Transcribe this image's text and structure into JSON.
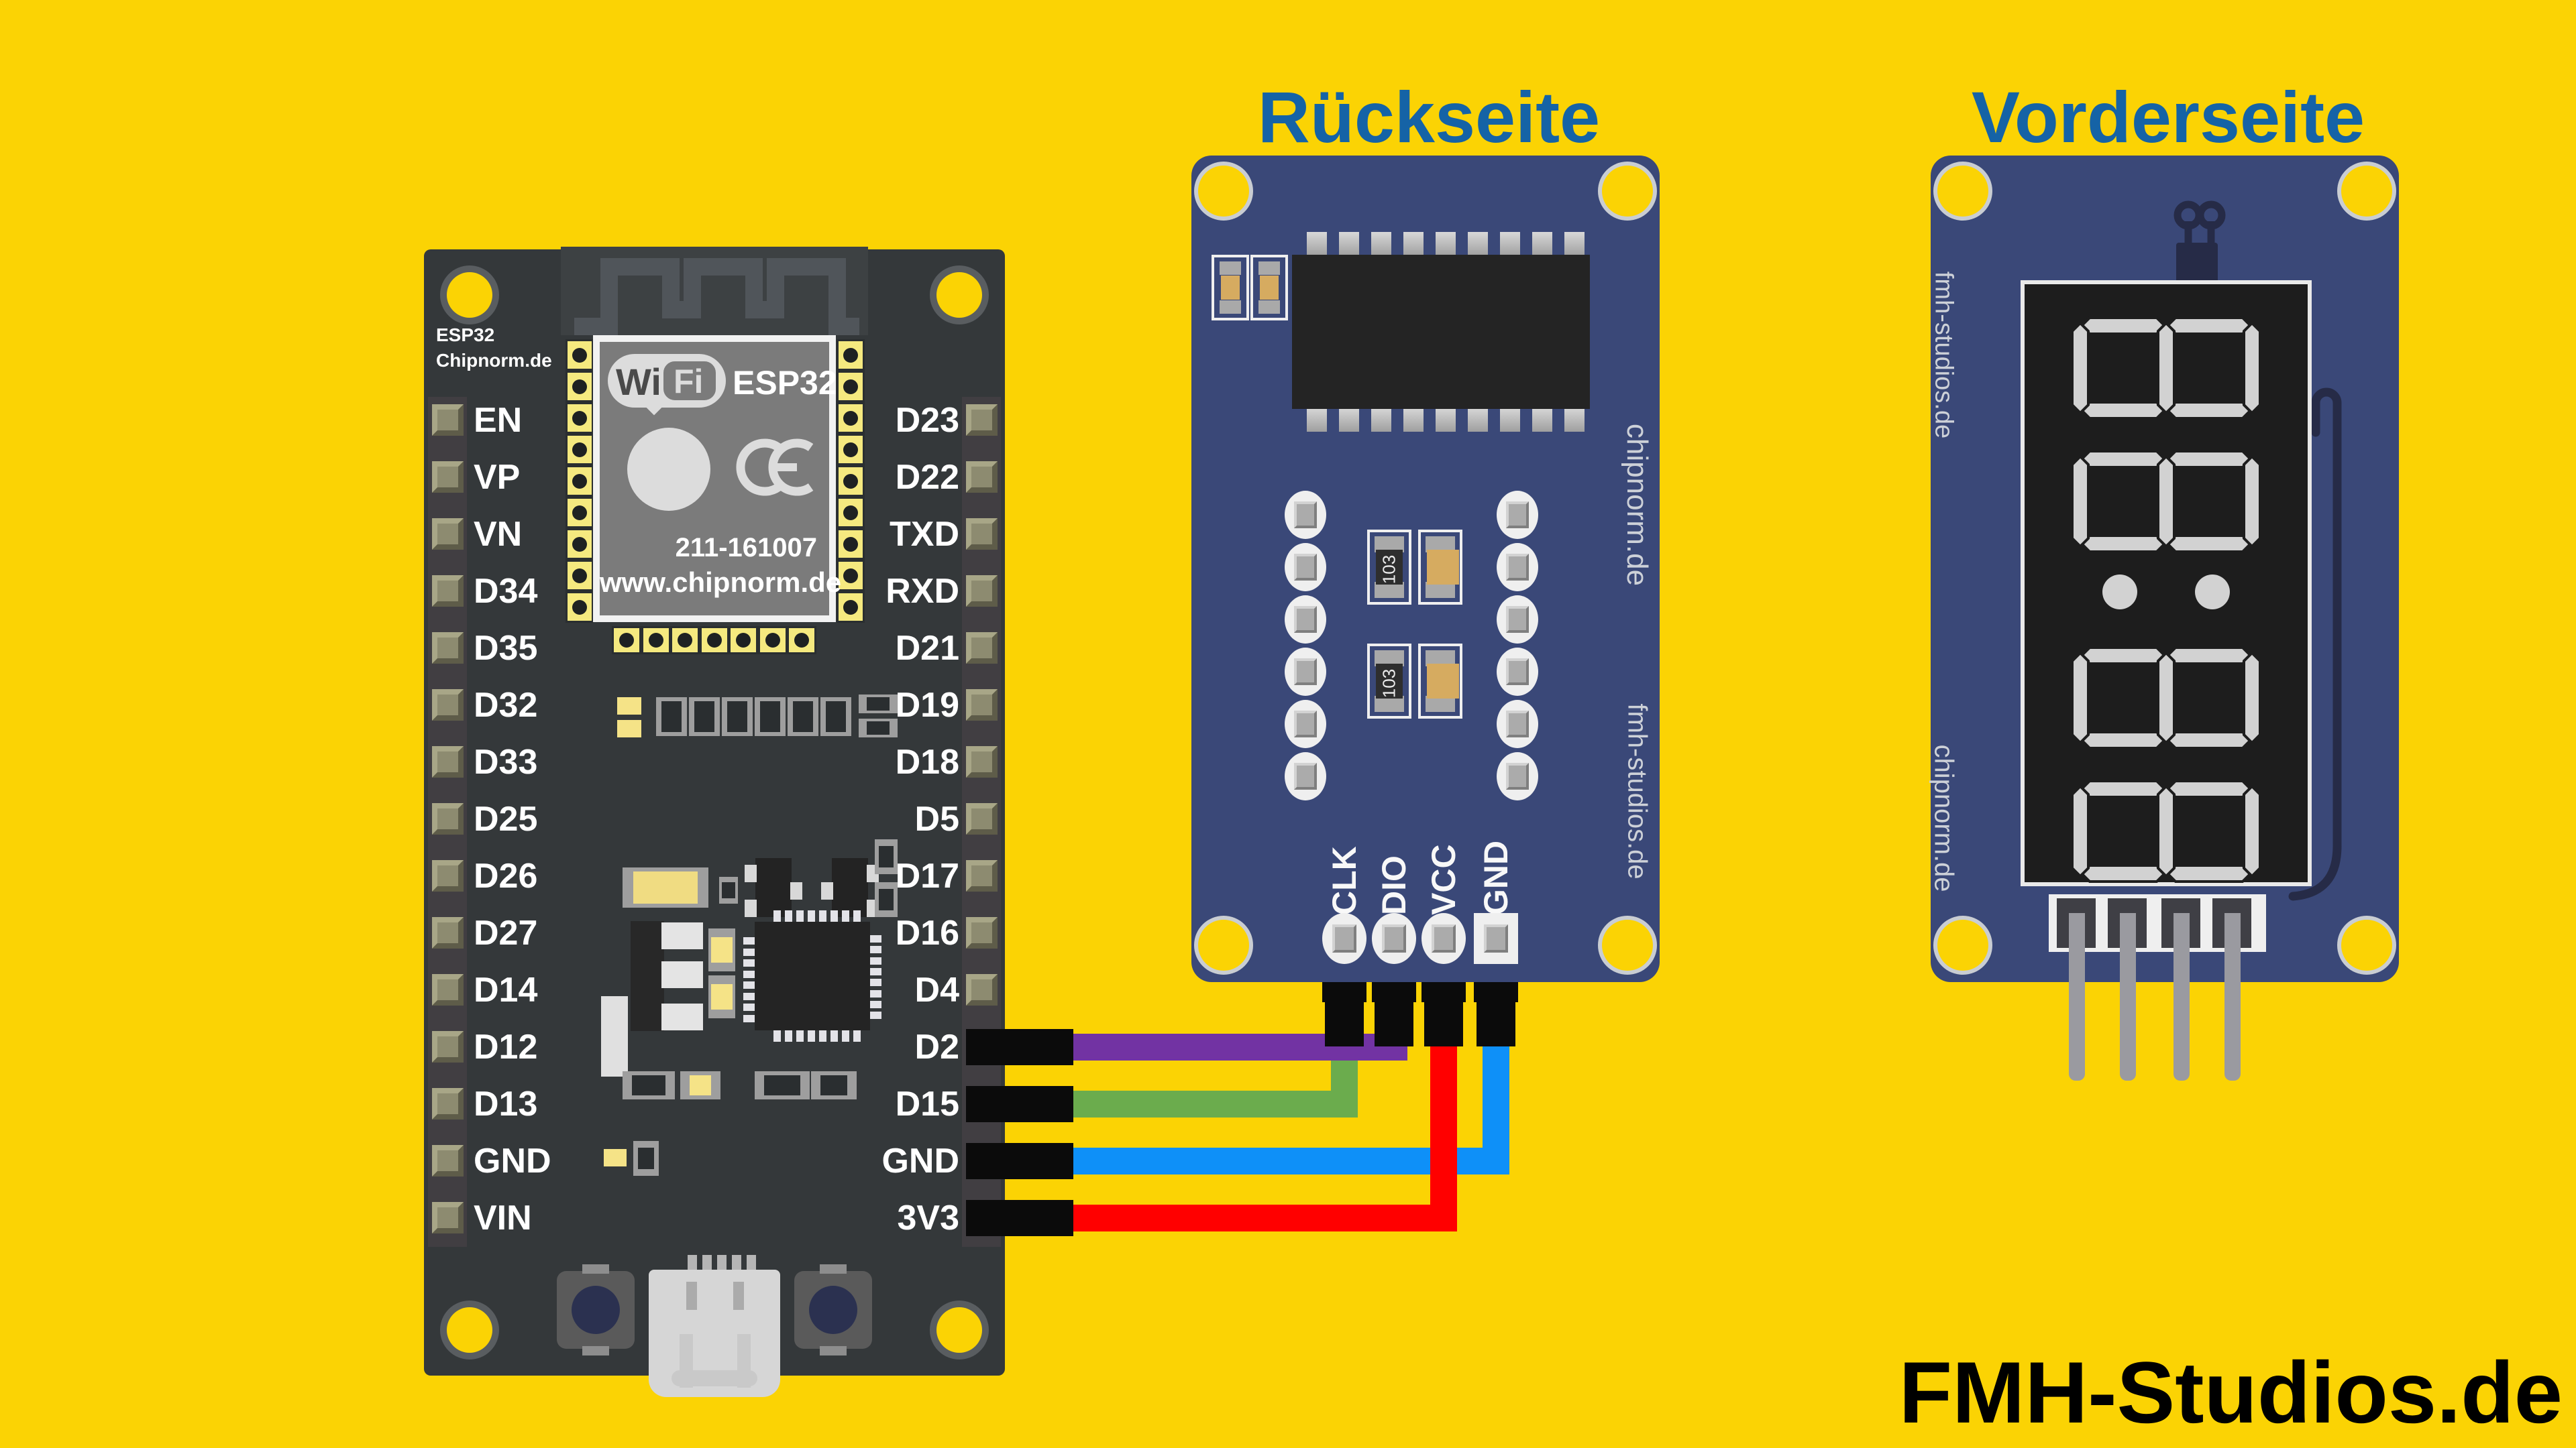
{
  "titles": {
    "back_label": "Rückseite",
    "front_label": "Vorderseite"
  },
  "watermark": "FMH-Studios.de",
  "colors": {
    "background": "#FBD304",
    "pcb_blue": "#3A4878",
    "title_blue": "#1563A6",
    "wire_dio": "#7233A3",
    "wire_clk": "#6BAC4D",
    "wire_gnd": "#0E90F8",
    "wire_vcc": "#FF0000"
  },
  "esp32_board": {
    "silkscreen_line1": "ESP32",
    "silkscreen_line2": "Chipnorm.de",
    "left_pins": [
      "EN",
      "VP",
      "VN",
      "D34",
      "D35",
      "D32",
      "D33",
      "D25",
      "D26",
      "D27",
      "D14",
      "D12",
      "D13",
      "GND",
      "VIN"
    ],
    "right_pins": [
      "D23",
      "D22",
      "TXD",
      "RXD",
      "D21",
      "D19",
      "D18",
      "D5",
      "D17",
      "D16",
      "D4",
      "D2",
      "D15",
      "GND",
      "3V3"
    ],
    "module": {
      "logo_part1": "Wi",
      "logo_part2": "Fi",
      "name": "ESP32",
      "ce_mark": "CE",
      "part_number": "211-161007",
      "website": "www.chipnorm.de"
    }
  },
  "display_back": {
    "pin_labels": [
      "CLK",
      "DIO",
      "VCC",
      "GND"
    ],
    "resistor_value": "103",
    "side_text_top": "chipnorm.de",
    "side_text_bottom": "fmh-studios.de"
  },
  "display_front": {
    "side_text_top": "fmh-studios.de",
    "side_text_bottom": "chipnorm.de"
  },
  "wires": [
    {
      "from": "D2",
      "to": "DIO",
      "color": "#7233A3"
    },
    {
      "from": "D15",
      "to": "CLK",
      "color": "#6BAC4D"
    },
    {
      "from": "GND",
      "to": "GND",
      "color": "#0E90F8"
    },
    {
      "from": "3V3",
      "to": "VCC",
      "color": "#FF0000"
    }
  ]
}
